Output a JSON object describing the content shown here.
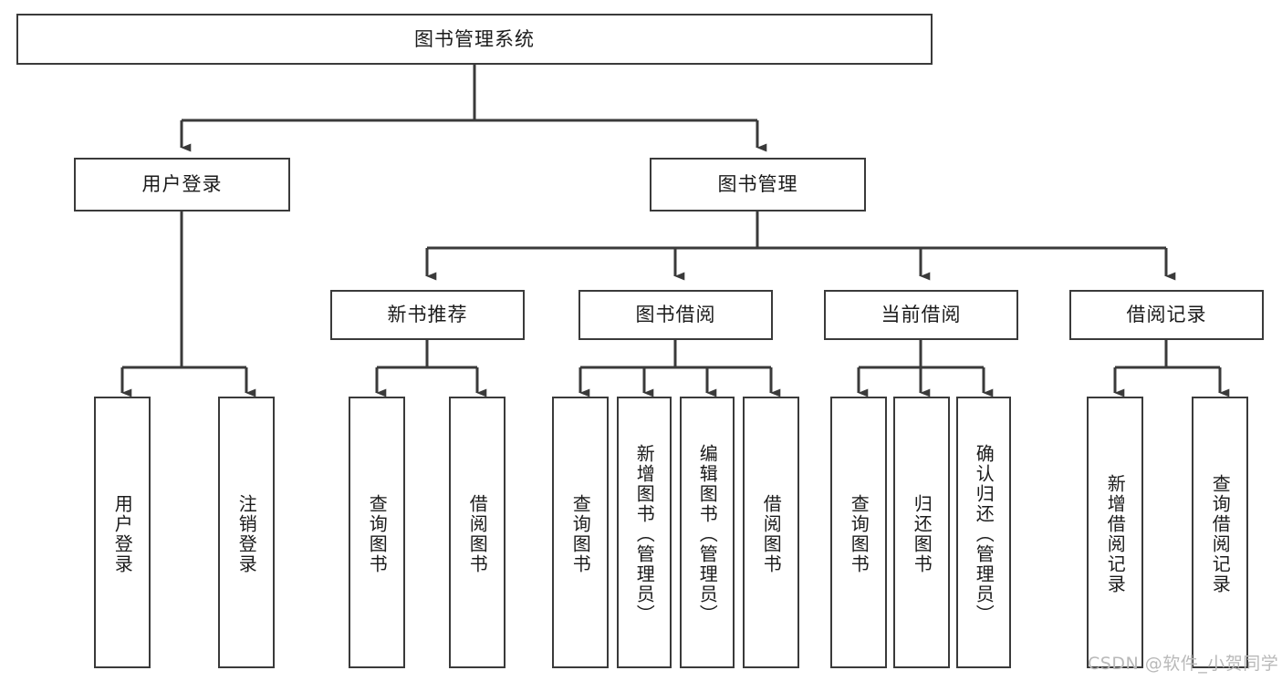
{
  "diagram": {
    "title": "图书管理系统",
    "type": "hierarchy-tree",
    "watermark": "CSDN @软件_小贺同学",
    "colors": {
      "box_border": "#3a3a3a",
      "box_fill": "#ffffff",
      "connector": "#3a3a3a",
      "text": "#1b1b1b",
      "watermark": "#b9b9b9",
      "background": "#ffffff"
    },
    "nodes": {
      "root": {
        "label": "图书管理系统"
      },
      "level1": [
        {
          "id": "user-login",
          "label": "用户登录"
        },
        {
          "id": "book-management",
          "label": "图书管理"
        }
      ],
      "level2": [
        {
          "id": "new-book-recommend",
          "label": "新书推荐"
        },
        {
          "id": "book-borrow",
          "label": "图书借阅"
        },
        {
          "id": "current-borrow",
          "label": "当前借阅"
        },
        {
          "id": "borrow-record",
          "label": "借阅记录"
        }
      ],
      "leaves": {
        "user_login": [
          {
            "id": "leaf-user-login",
            "label": "用户登录"
          },
          {
            "id": "leaf-logout-login",
            "label": "注销登录"
          }
        ],
        "new_book_recommend": [
          {
            "id": "leaf-query-book-1",
            "label": "查询图书"
          },
          {
            "id": "leaf-borrow-book-1",
            "label": "借阅图书"
          }
        ],
        "book_borrow": [
          {
            "id": "leaf-query-book-2",
            "label": "查询图书"
          },
          {
            "id": "leaf-add-book",
            "label": "新增图书（管理员）"
          },
          {
            "id": "leaf-edit-book",
            "label": "编辑图书（管理员）"
          },
          {
            "id": "leaf-borrow-book-2",
            "label": "借阅图书"
          }
        ],
        "current_borrow": [
          {
            "id": "leaf-query-book-3",
            "label": "查询图书"
          },
          {
            "id": "leaf-return-book",
            "label": "归还图书"
          },
          {
            "id": "leaf-confirm-return",
            "label": "确认归还（管理员）"
          }
        ],
        "borrow_record": [
          {
            "id": "leaf-add-record",
            "label": "新增借阅记录"
          },
          {
            "id": "leaf-query-record",
            "label": "查询借阅记录"
          }
        ]
      }
    }
  }
}
